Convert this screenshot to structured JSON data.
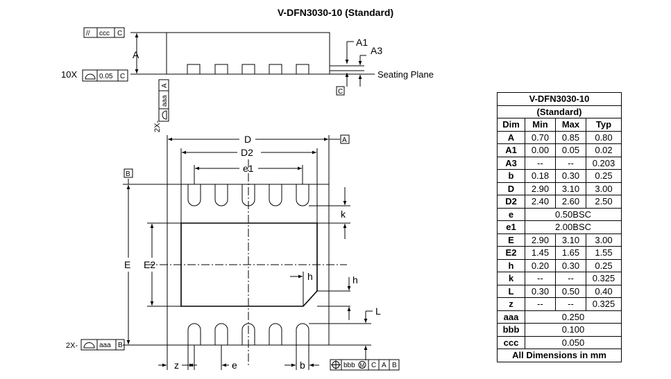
{
  "title": "V-DFN3030-10  (Standard)",
  "side_view": {
    "dims": {
      "A": "A",
      "A1": "A1",
      "A3": "A3"
    },
    "seating_plane": "Seating Plane",
    "datum_c": "C",
    "fcf_top": {
      "symbol": "//",
      "tol": "ccc",
      "datum": "C"
    },
    "fcf_bottom": {
      "count": "10X",
      "tol": "0.05",
      "datum": "C"
    }
  },
  "bottom_view": {
    "dims": {
      "D": "D",
      "D2": "D2",
      "e1": "e1",
      "E": "E",
      "E2": "E2",
      "k": "k",
      "h1": "h",
      "h2": "h",
      "L": "L",
      "z": "z",
      "e": "e",
      "b": "b"
    },
    "datum_a": "A",
    "datum_b": "B",
    "fcf_left_top": {
      "count": "2X-",
      "tol": "aaa",
      "datum": "A"
    },
    "fcf_left_bottom": {
      "count": "2X-",
      "tol": "aaa",
      "datum": "B"
    },
    "fcf_b": {
      "tol": "bbb",
      "modifier": "M",
      "datum1": "C",
      "datum2": "A",
      "datum3": "B"
    }
  },
  "table": {
    "title_line1": "V-DFN3030-10",
    "title_line2": "(Standard)",
    "headers": [
      "Dim",
      "Min",
      "Max",
      "Typ"
    ],
    "rows": [
      {
        "dim": "A",
        "min": "0.70",
        "max": "0.85",
        "typ": "0.80"
      },
      {
        "dim": "A1",
        "min": "0.00",
        "max": "0.05",
        "typ": "0.02"
      },
      {
        "dim": "A3",
        "min": "--",
        "max": "--",
        "typ": "0.203"
      },
      {
        "dim": "b",
        "min": "0.18",
        "max": "0.30",
        "typ": "0.25"
      },
      {
        "dim": "D",
        "min": "2.90",
        "max": "3.10",
        "typ": "3.00"
      },
      {
        "dim": "D2",
        "min": "2.40",
        "max": "2.60",
        "typ": "2.50"
      },
      {
        "dim": "e",
        "span": "0.50BSC"
      },
      {
        "dim": "e1",
        "span": "2.00BSC"
      },
      {
        "dim": "E",
        "min": "2.90",
        "max": "3.10",
        "typ": "3.00"
      },
      {
        "dim": "E2",
        "min": "1.45",
        "max": "1.65",
        "typ": "1.55"
      },
      {
        "dim": "h",
        "min": "0.20",
        "max": "0.30",
        "typ": "0.25"
      },
      {
        "dim": "k",
        "min": "--",
        "max": "--",
        "typ": "0.325"
      },
      {
        "dim": "L",
        "min": "0.30",
        "max": "0.50",
        "typ": "0.40"
      },
      {
        "dim": "z",
        "min": "--",
        "max": "--",
        "typ": "0.325"
      },
      {
        "dim": "aaa",
        "span": "0.250"
      },
      {
        "dim": "bbb",
        "span": "0.100"
      },
      {
        "dim": "ccc",
        "span": "0.050"
      }
    ],
    "footer": "All Dimensions in mm"
  }
}
